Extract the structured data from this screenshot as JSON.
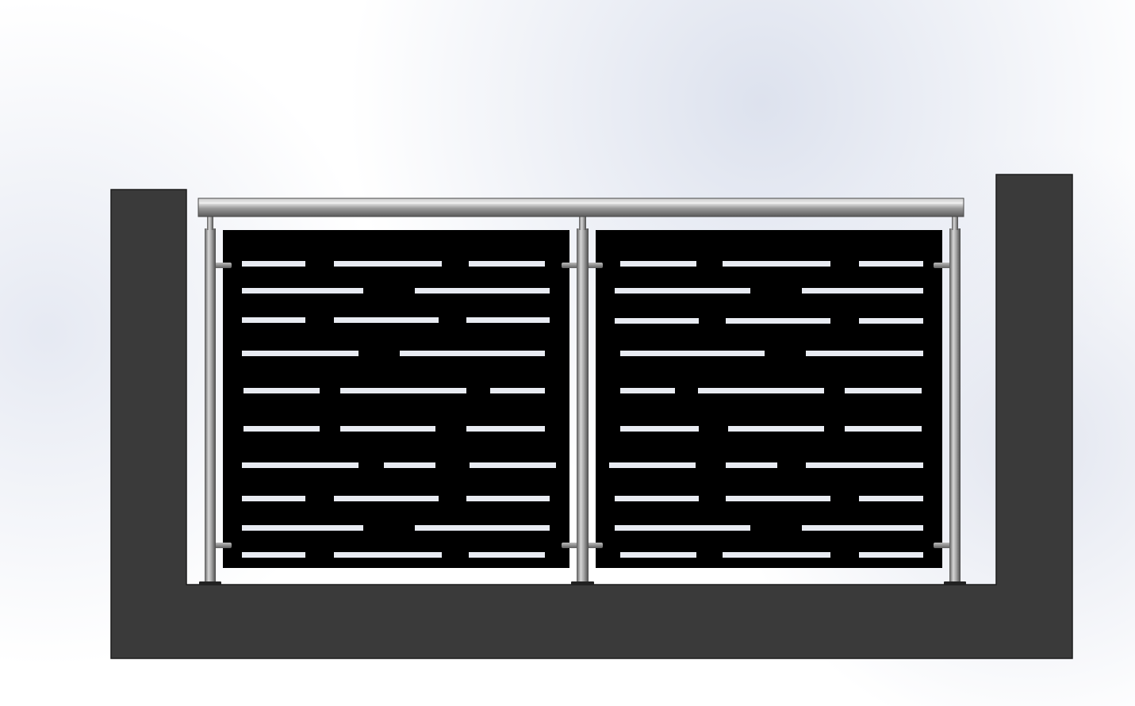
{
  "scene": {
    "subject": "railing-with-perforated-panels",
    "colors": {
      "background_base": "#ffffff",
      "background_tint": "#dde2ee",
      "wall": "#3a3a3a",
      "wall_edge": "#1c1c1c",
      "panel": "#000000",
      "slot": "#e8ebf2",
      "metal_light": "#d9d9d9",
      "metal_mid": "#9a9a9a",
      "metal_dark": "#4d4d4d"
    },
    "posts": [
      "left-post",
      "center-post",
      "right-post"
    ],
    "panels": [
      "left-panel",
      "right-panel"
    ]
  }
}
